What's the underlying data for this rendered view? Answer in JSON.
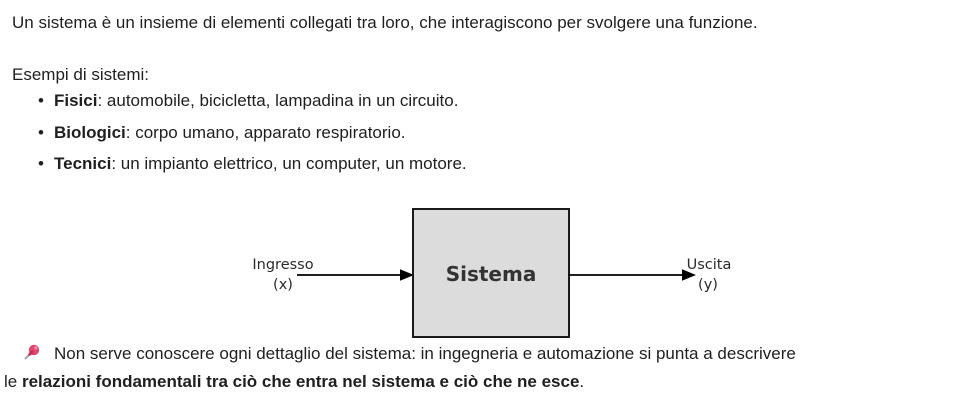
{
  "page": {
    "background": "#ffffff",
    "text_color": "#1f1f1f"
  },
  "intro": "Un sistema è un insieme di elementi collegati tra loro, che interagiscono per svolgere una funzione.",
  "examples": {
    "heading": "Esempi di sistemi:",
    "items": [
      {
        "term": "Fisici",
        "desc": ": automobile, bicicletta, lampadina in un circuito."
      },
      {
        "term": "Biologici",
        "desc": ": corpo umano, apparato respiratorio."
      },
      {
        "term": "Tecnici",
        "desc": ": un impianto elettrico, un computer, un motore."
      }
    ]
  },
  "diagram": {
    "input_label": "Ingresso",
    "input_symbol": "(x)",
    "box_label": "Sistema",
    "output_label": "Uscita",
    "output_symbol": "(y)",
    "box_fill": "#dcdcdc",
    "box_border": "#1a1a1a",
    "arrow_color": "#000000"
  },
  "note": {
    "icon": "pushpin-icon",
    "icon_head_color": "#e0476d",
    "icon_needle_color": "#a5a1a8",
    "line1": "Non serve conoscere ogni dettaglio del sistema: in ingegneria e automazione si punta a descrivere",
    "line2_prefix": "le ",
    "line2_bold": "relazioni fondamentali tra ciò che entra nel sistema e ciò che ne esce",
    "line2_suffix": "."
  }
}
